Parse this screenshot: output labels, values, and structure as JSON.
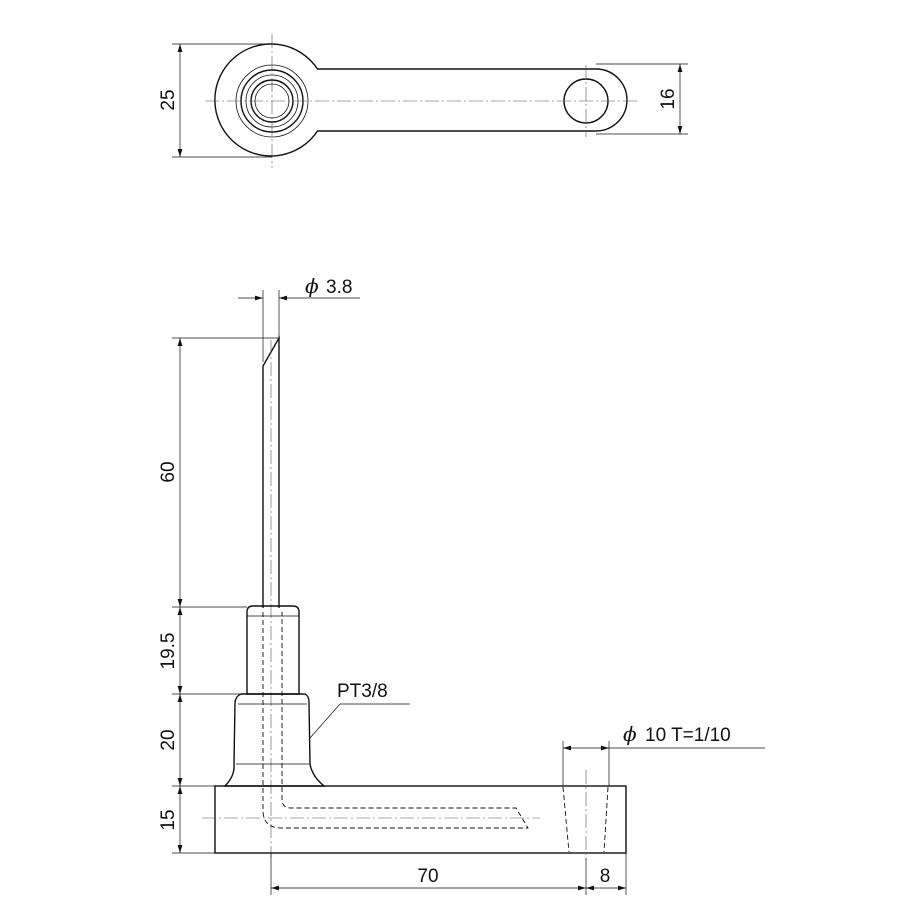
{
  "top_view": {
    "dim_width": "25",
    "dim_tip_width": "16"
  },
  "front_view": {
    "dim_needle_dia": "3.8",
    "dim_needle_length": "60",
    "dim_stem_length": "19.5",
    "dim_thread_length": "20",
    "dim_base_height": "15",
    "dim_hole_spacing": "70",
    "dim_tip": "8",
    "thread_label": "PT3/8",
    "hole_label": "10 T=1/10",
    "phi_symbol": "ϕ"
  }
}
